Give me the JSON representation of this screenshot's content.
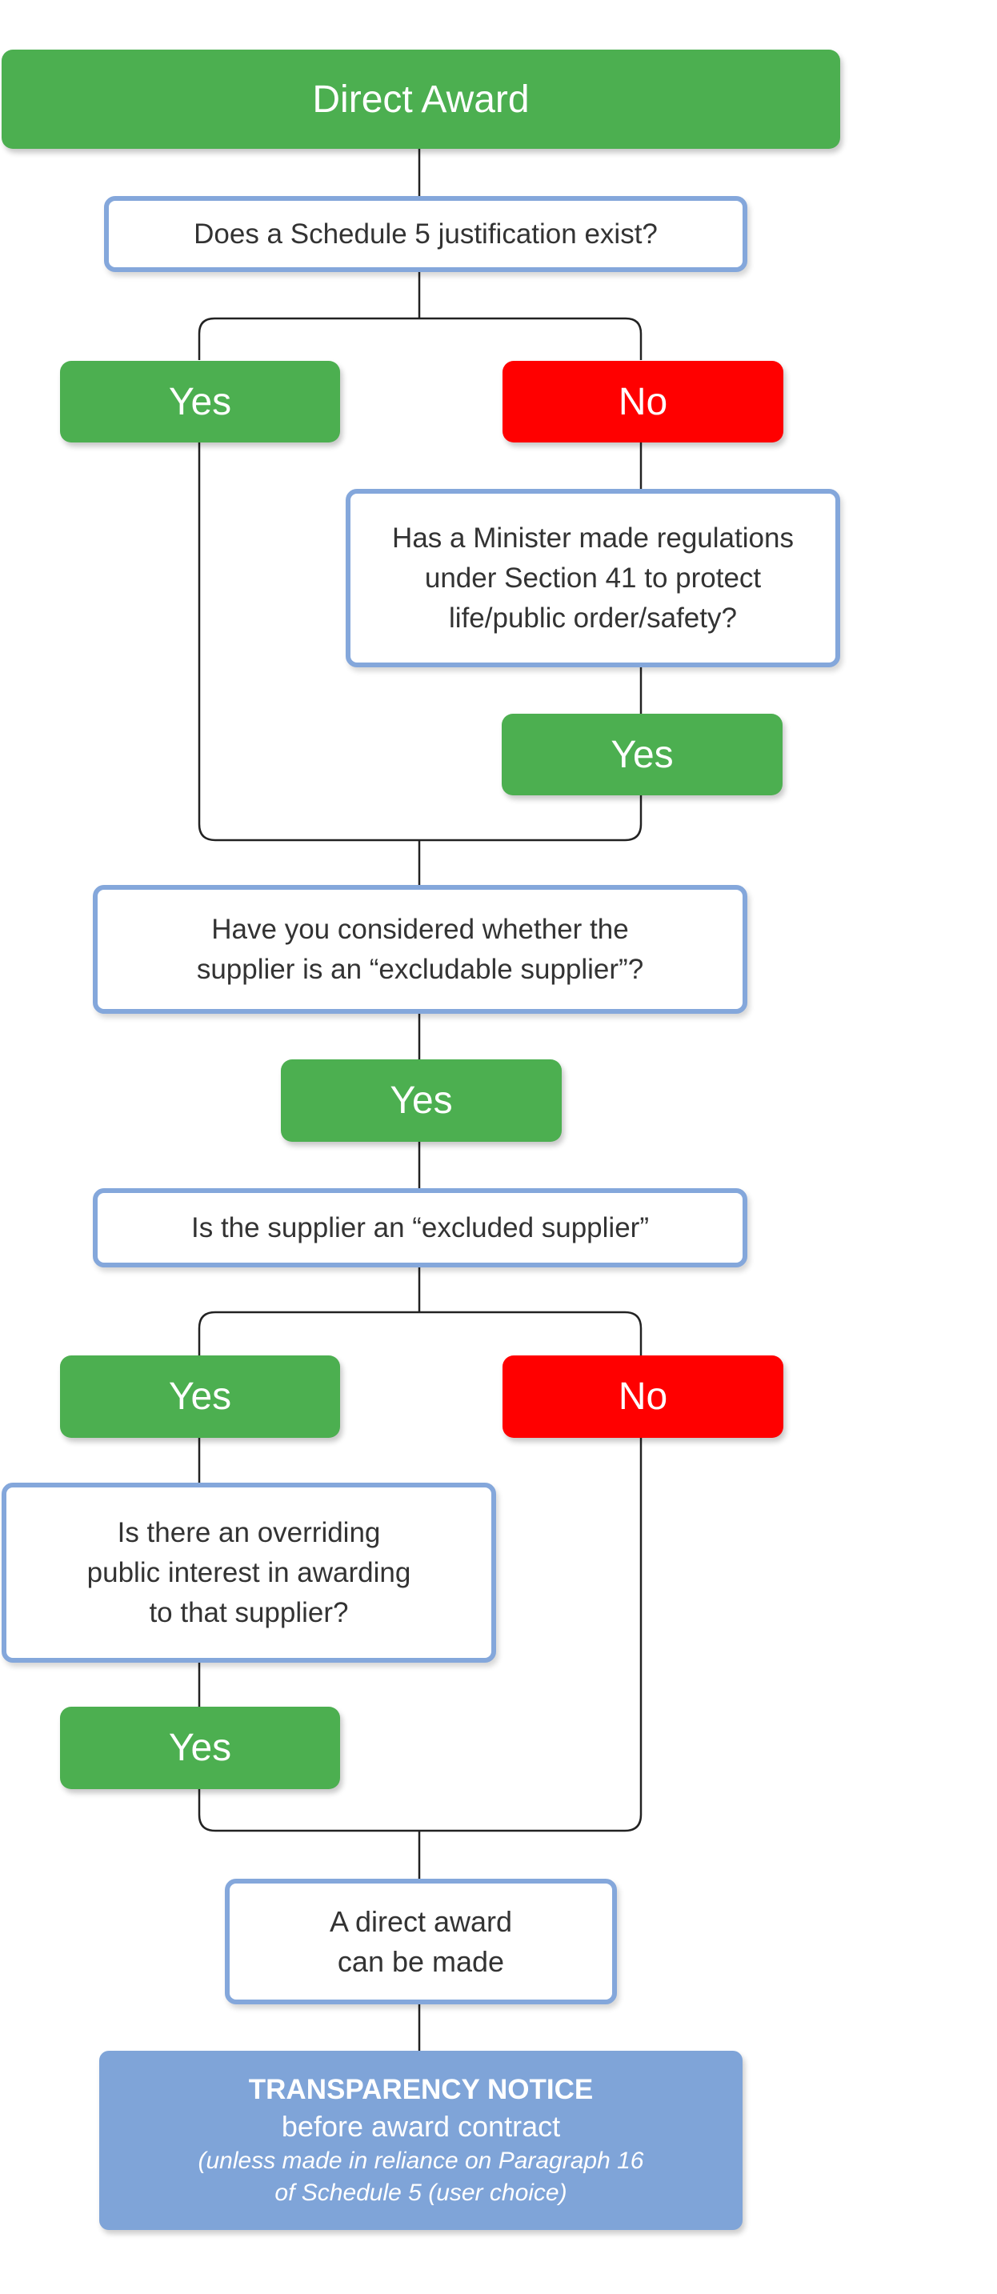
{
  "title": "Direct Award",
  "q1": "Does a Schedule 5 justification exist?",
  "yes": "Yes",
  "no": "No",
  "q2": "Has a Minister made regulations\nunder Section 41 to protect\nlife/public order/safety?",
  "q3": "Have you considered whether the\nsupplier is an “excludable supplier”?",
  "q4": "Is the supplier an “excluded supplier”",
  "q5": "Is there an overriding\npublic interest in awarding\nto that supplier?",
  "result": "A direct award\ncan be made",
  "notice": {
    "heading": "TRANSPARENCY NOTICE",
    "line2": "before award contract",
    "note": "(unless made in reliance on Paragraph 16\nof Schedule 5 (user choice)"
  },
  "colors": {
    "green": "#4caf50",
    "red": "#ff0000",
    "border": "#84a7db",
    "notice_bg": "#7fa4d8",
    "line": "#222222"
  }
}
